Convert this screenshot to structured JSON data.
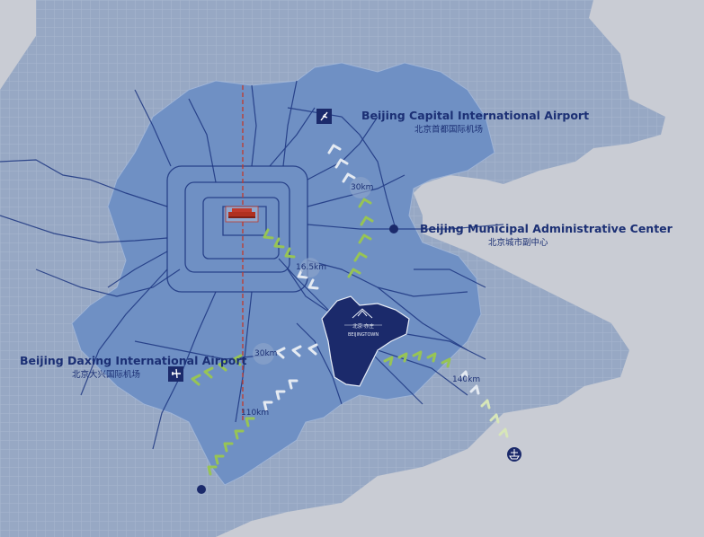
{
  "colors": {
    "background": "#c9ccd4",
    "grid_land": "#8d9fbd",
    "beijing_region": "#6e8fc2",
    "roads": "#1c3580",
    "district": "#1b2a6b",
    "label": "#1b2f74",
    "arrow_green": "#97c455",
    "arrow_light": "#e4eaf2",
    "red_axis": "#c0392b"
  },
  "labels": {
    "capital_airport": {
      "en": "Beijing Capital International Airport",
      "zh": "北京首都国际机场"
    },
    "admin_center": {
      "en": "Beijing Municipal Administrative Center",
      "zh": "北京城市副中心"
    },
    "daxing_airport": {
      "en": "Beijing Daxing International Airport",
      "zh": "北京大兴国际机场"
    }
  },
  "distances": {
    "to_capital_airport": "30km",
    "to_center": "16.5km",
    "to_daxing_airport": "30km",
    "to_southwest": "110km",
    "to_southeast": "140km"
  },
  "district": {
    "logo_text": "BEIJINGTOWN",
    "logo_zh": "北京·亦庄"
  },
  "icons": {
    "airport": "airplane-icon",
    "landmark": "tiananmen-icon",
    "port": "port-icon",
    "node": "location-dot-icon"
  }
}
